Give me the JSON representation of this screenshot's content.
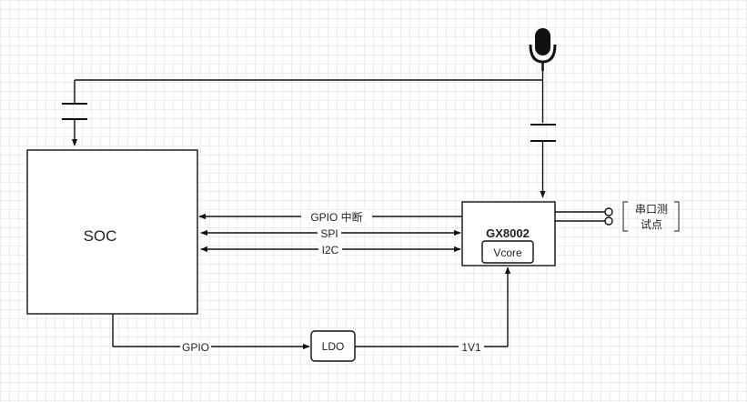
{
  "blocks": {
    "soc": "SOC",
    "gx8002": "GX8002",
    "vcore": "Vcore",
    "ldo": "LDO"
  },
  "signals": {
    "gpio_interrupt": "GPIO 中断",
    "spi": "SPI",
    "i2c": "I2C",
    "gpio": "GPIO",
    "v1v1": "1V1"
  },
  "uart_test_points": [
    "串口测",
    "试点"
  ],
  "icons": {
    "microphone": "microphone-icon",
    "capacitor": "capacitor-icon",
    "test_point": "test-point-icon"
  },
  "colors": {
    "line": "#111111",
    "grid": "#ececec",
    "background": "#ffffff"
  }
}
